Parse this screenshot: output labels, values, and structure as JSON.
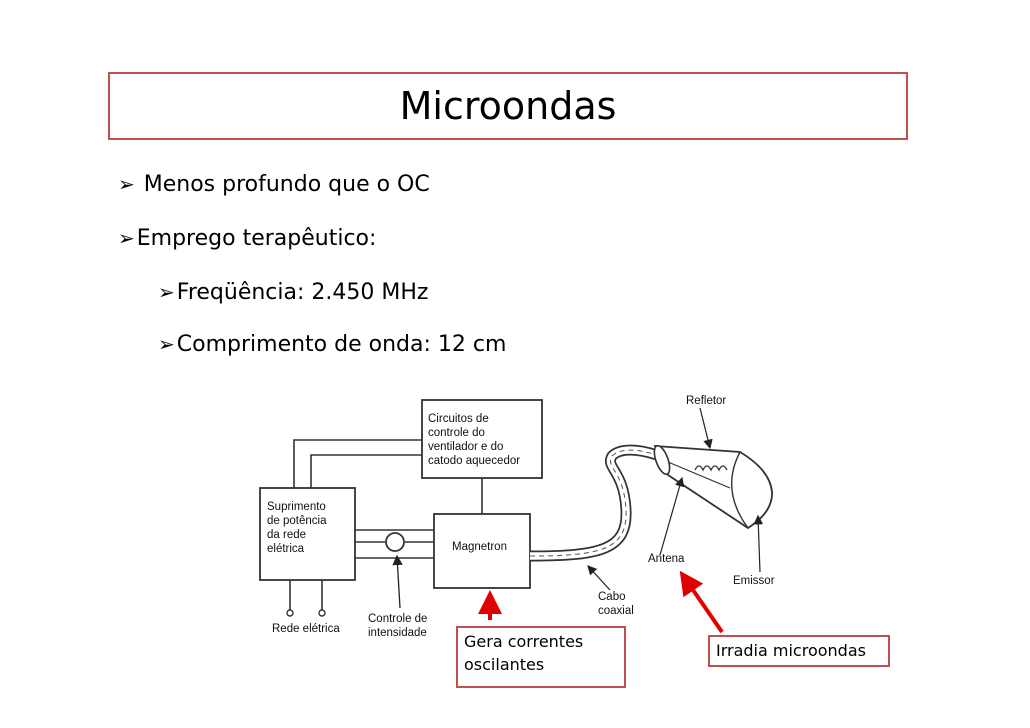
{
  "slide": {
    "title": "Microondas",
    "bullets": [
      {
        "arrow": "➢",
        "text": " Menos profundo que o OC"
      },
      {
        "arrow": "➢",
        "text": "Emprego terapêutico:"
      },
      {
        "arrow": "➢",
        "text": "Freqüência: 2.450 MHz"
      },
      {
        "arrow": "➢",
        "text": "Comprimento de onda: 12 cm"
      }
    ]
  },
  "diagram": {
    "circuits": [
      "Circuitos de",
      "controle do",
      "ventilador e do",
      "catodo aquecedor"
    ],
    "power": [
      "Suprimento",
      "de potência",
      "da rede",
      "elétrica"
    ],
    "magnetron": "Magnetron",
    "mains": "Rede elétrica",
    "intensity": [
      "Controle de",
      "intensidade"
    ],
    "cable": [
      "Cabo",
      "coaxial"
    ],
    "antenna": "Antena",
    "reflector": "Refletor",
    "emitter": "Emissor"
  },
  "callouts": {
    "oscillators": [
      "Gera correntes",
      "oscilantes"
    ],
    "radiates": "Irradia microondas"
  },
  "colors": {
    "accent": "#c0504d",
    "arrow": "#e00000"
  }
}
